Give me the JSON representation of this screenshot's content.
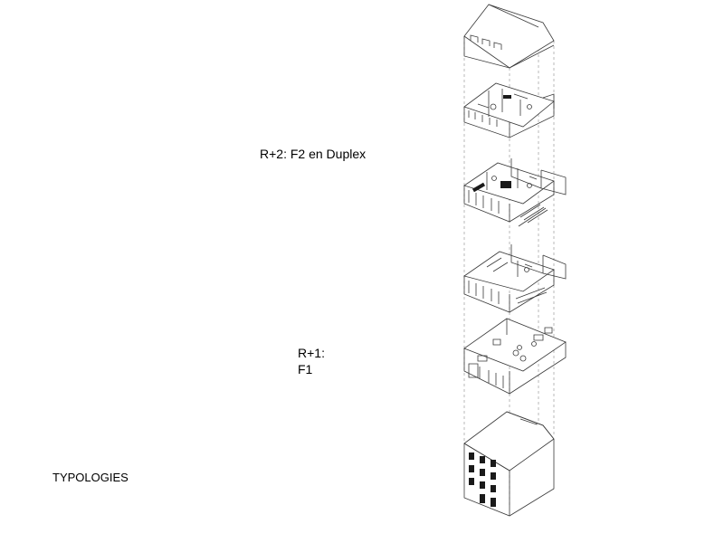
{
  "labels": {
    "r2": "R+2: F2 en Duplex",
    "r1": "R+1:",
    "r1_sub": "F1",
    "typologies": "TYPOLOGIES"
  },
  "colors": {
    "line": "#3a3a3a",
    "guide": "#8a8a8a",
    "fill_dark": "#1a1a1a",
    "background": "#ffffff"
  }
}
